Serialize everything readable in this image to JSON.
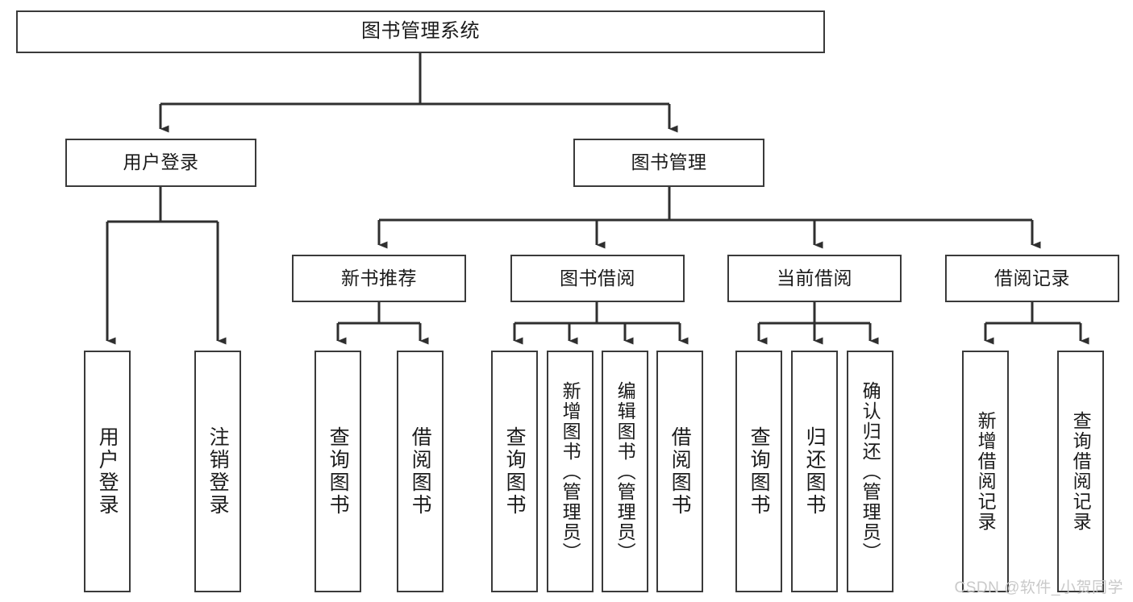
{
  "diagram": {
    "title": "图书管理系统",
    "type": "tree",
    "watermark": "CSDN @软件_小贺同学",
    "colors": {
      "box_border": "#3a3a3a",
      "box_fill": "#ffffff",
      "connector": "#2f2f2f",
      "text": "#1b1b1b",
      "watermark": "#c9c9c9",
      "background": "#ffffff"
    },
    "root": {
      "label": "图书管理系统"
    },
    "level1": [
      {
        "label": "用户登录"
      },
      {
        "label": "图书管理"
      }
    ],
    "level2": [
      {
        "label": "新书推荐"
      },
      {
        "label": "图书借阅"
      },
      {
        "label": "当前借阅"
      },
      {
        "label": "借阅记录"
      }
    ],
    "leaves": {
      "user_login": [
        {
          "label": "用户登录"
        },
        {
          "label": "注销登录"
        }
      ],
      "new_book_recommend": [
        {
          "label": "查询图书"
        },
        {
          "label": "借阅图书"
        }
      ],
      "book_borrow": [
        {
          "label": "查询图书"
        },
        {
          "label": "新增图书（管理员）"
        },
        {
          "label": "编辑图书（管理员）"
        },
        {
          "label": "借阅图书"
        }
      ],
      "current_borrow": [
        {
          "label": "查询图书"
        },
        {
          "label": "归还图书"
        },
        {
          "label": "确认归还（管理员）"
        }
      ],
      "borrow_record": [
        {
          "label": "新增借阅记录"
        },
        {
          "label": "查询借阅记录"
        }
      ]
    }
  }
}
